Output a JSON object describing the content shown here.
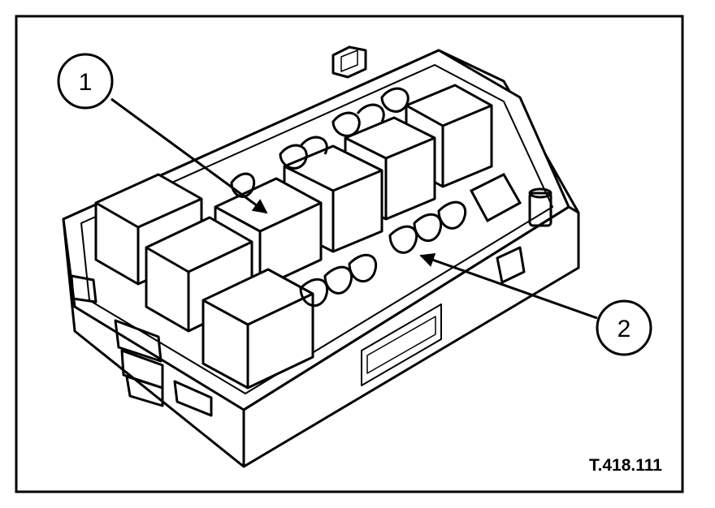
{
  "figure": {
    "code": "T.418.111",
    "callouts": [
      {
        "label": "1",
        "target": "relay"
      },
      {
        "label": "2",
        "target": "fuse-slot"
      }
    ],
    "colors": {
      "ink": "#000000",
      "paper": "#ffffff",
      "shade": "#d9d9d9"
    }
  }
}
